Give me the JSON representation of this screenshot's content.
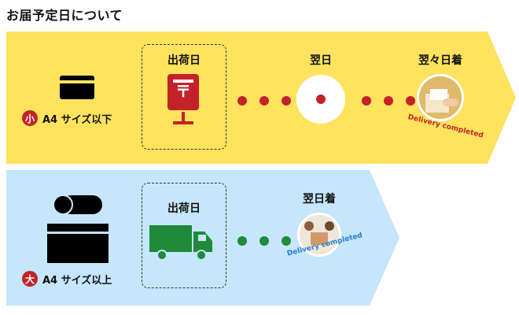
{
  "page": {
    "title": "お届予定日について"
  },
  "small": {
    "badge": "小",
    "size_label": "A4 サイズ以下",
    "ship_label": "出荷日",
    "next_label": "翌日",
    "arrive_label": "翌々日着",
    "completed_text": "Delivery completed",
    "band_color": "#ffe35e",
    "accent_color": "#c4222a",
    "stamp_text": "〒"
  },
  "large": {
    "badge": "大",
    "size_label": "A4 サイズ以上",
    "ship_label": "出荷日",
    "arrive_label": "翌日着",
    "completed_text": "Delivery completed",
    "band_color": "#c5e6fb",
    "accent_color": "#1e8a3a",
    "completed_color": "#2a7ed1"
  }
}
